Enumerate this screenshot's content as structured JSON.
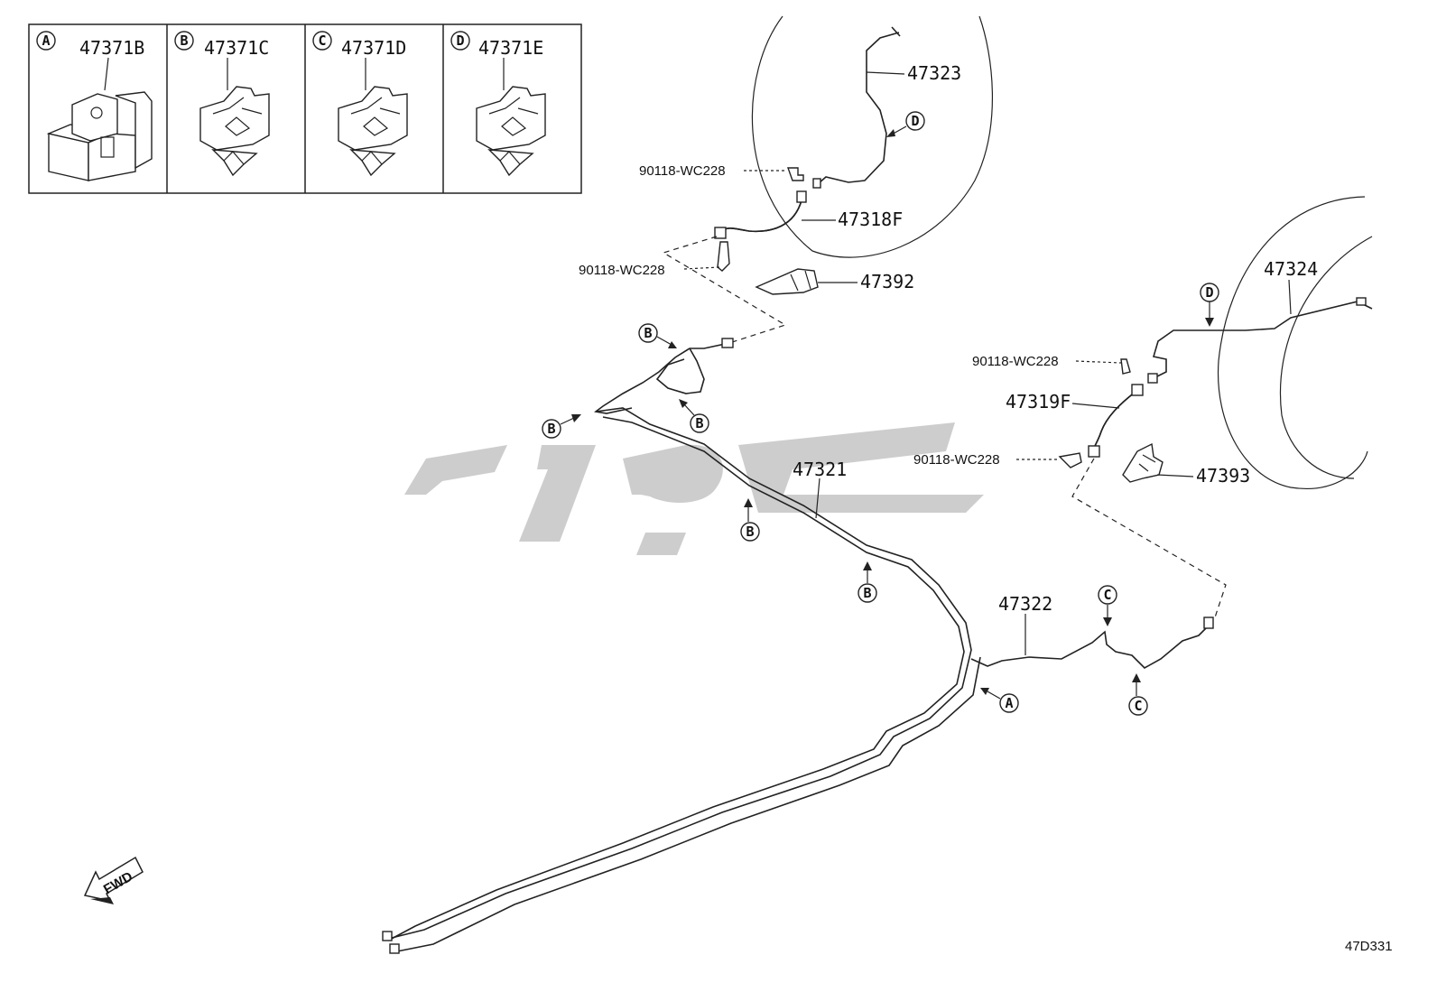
{
  "clip_panel": [
    {
      "letter": "A",
      "part": "47371B"
    },
    {
      "letter": "B",
      "part": "47371C"
    },
    {
      "letter": "C",
      "part": "47371D"
    },
    {
      "letter": "D",
      "part": "47371E"
    }
  ],
  "parts": {
    "p47323": "47323",
    "p47318f": "47318F",
    "p47392": "47392",
    "p47324": "47324",
    "p47319f": "47319F",
    "p47393": "47393",
    "p47321": "47321",
    "p47322": "47322",
    "bolt1": "90118-WC228",
    "bolt2": "90118-WC228",
    "bolt3": "90118-WC228",
    "bolt4": "90118-WC228"
  },
  "callouts": {
    "d_upper": "D",
    "d_right": "D",
    "b1": "B",
    "b2": "B",
    "b3": "B",
    "b4": "B",
    "b5": "B",
    "c1": "C",
    "c2": "C",
    "a1": "A"
  },
  "fwd_label": "FWD",
  "diagram_code": "47D331",
  "colors": {
    "line": "#222222",
    "watermark": "#c8c8c8"
  }
}
